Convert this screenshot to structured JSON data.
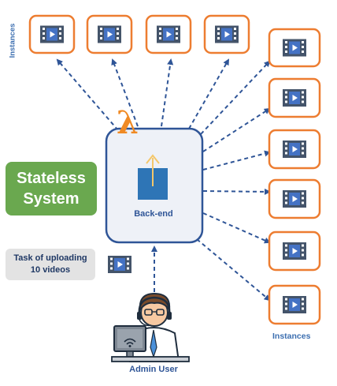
{
  "labels": {
    "instances_top": "Instances",
    "instances_bottom": "Instances",
    "stateless_line1": "Stateless",
    "stateless_line2": "System",
    "backend": "Back-end",
    "task_line1": "Task of uploading",
    "task_line2": "10 videos",
    "admin": "Admin User",
    "lambda": "λ"
  },
  "colors": {
    "instance_border": "#ed7d31",
    "film": "#44546a",
    "play_screen": "#4472c4",
    "arrow": "#2f5597",
    "backend_box": "#2f5597",
    "backend_fill": "#eef1f7",
    "upload_cube": "#2e75b6",
    "upload_arrow": "#f4c76a",
    "stateless": "#6aa84f",
    "task": "#e3e3e3",
    "lambda": "#f08a24"
  },
  "icons": {
    "instance": "video-file-icon",
    "task": "video-file-icon",
    "backend": "upload-icon",
    "admin": "admin-user-at-computer-icon"
  },
  "instances": [
    {
      "id": "top-1"
    },
    {
      "id": "top-2"
    },
    {
      "id": "top-3"
    },
    {
      "id": "top-4"
    },
    {
      "id": "right-1"
    },
    {
      "id": "right-2"
    },
    {
      "id": "right-3"
    },
    {
      "id": "right-4"
    },
    {
      "id": "right-5"
    },
    {
      "id": "right-6"
    }
  ]
}
